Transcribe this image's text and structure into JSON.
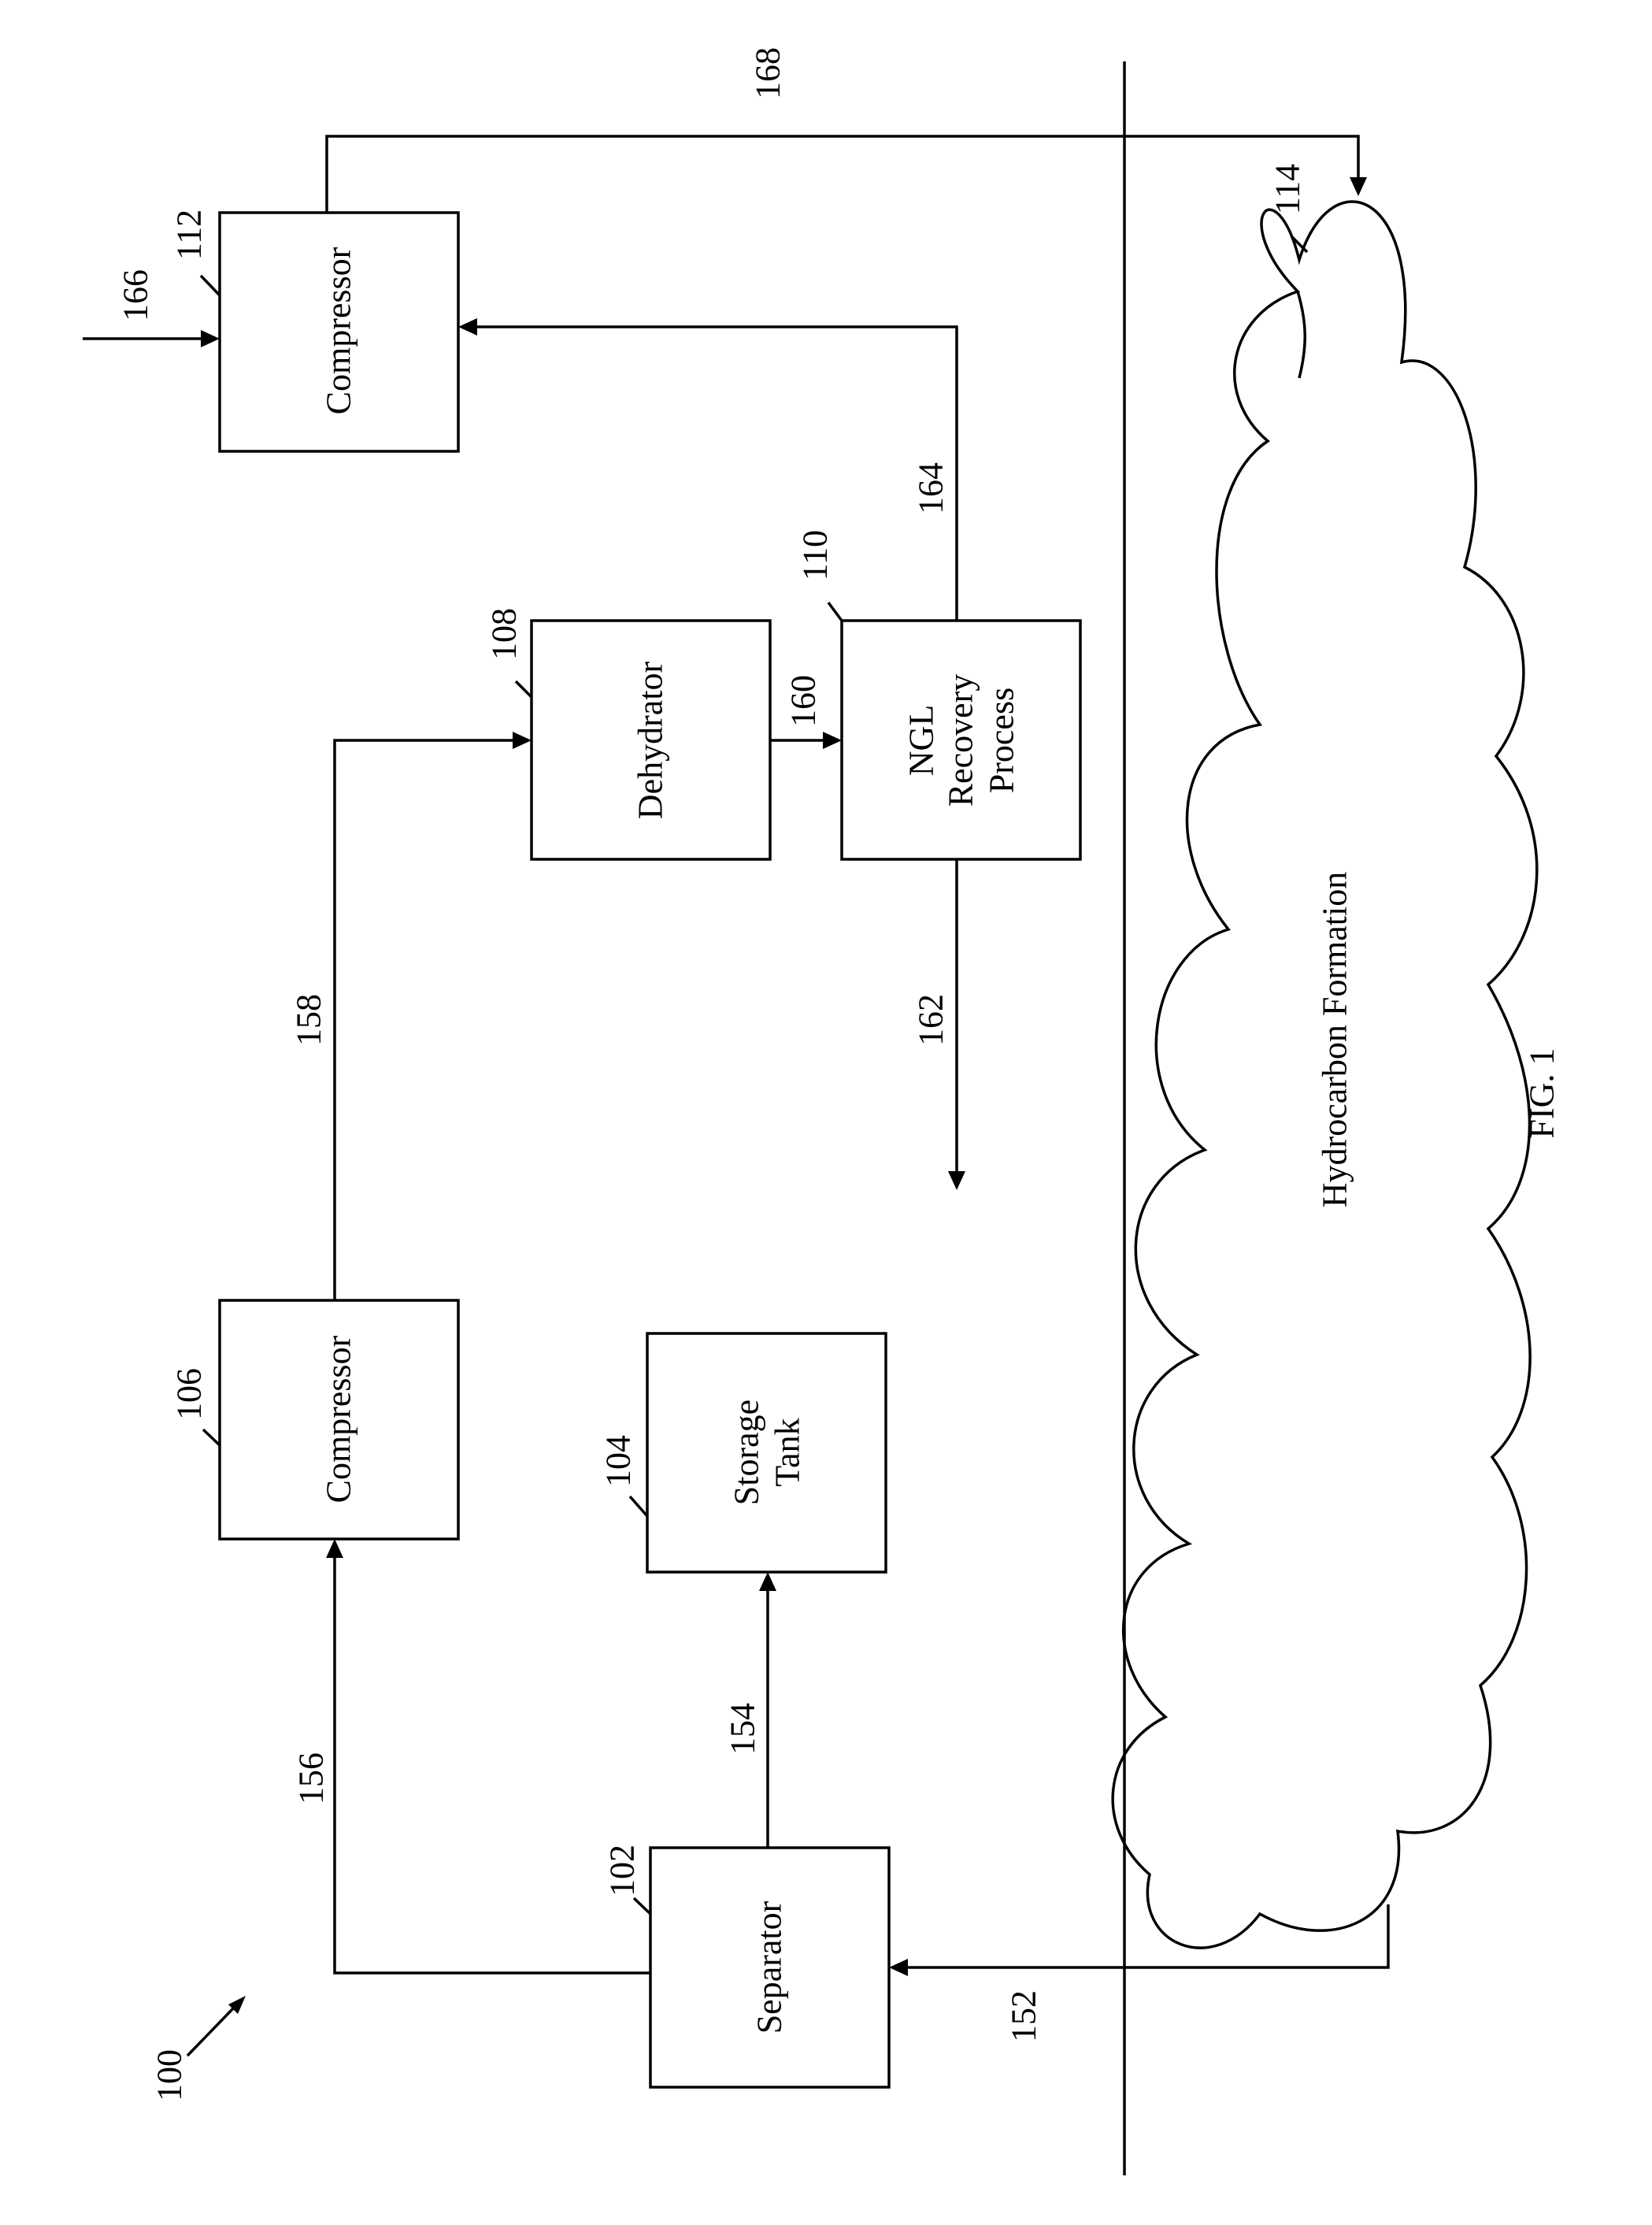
{
  "figure": {
    "ref": "100",
    "caption": "FIG. 1"
  },
  "blocks": [
    {
      "ref": "102",
      "lines": [
        "Separator"
      ]
    },
    {
      "ref": "104",
      "lines": [
        "Storage",
        "Tank"
      ]
    },
    {
      "ref": "106",
      "lines": [
        "Compressor"
      ]
    },
    {
      "ref": "108",
      "lines": [
        "Dehydrator"
      ]
    },
    {
      "ref": "110",
      "lines": [
        "NGL",
        "Recovery",
        "Process"
      ]
    },
    {
      "ref": "112",
      "lines": [
        "Compressor"
      ]
    }
  ],
  "formation": {
    "ref": "114",
    "label": "Hydrocarbon Formation"
  },
  "streams": [
    "152",
    "154",
    "156",
    "158",
    "160",
    "162",
    "164",
    "166",
    "168"
  ]
}
